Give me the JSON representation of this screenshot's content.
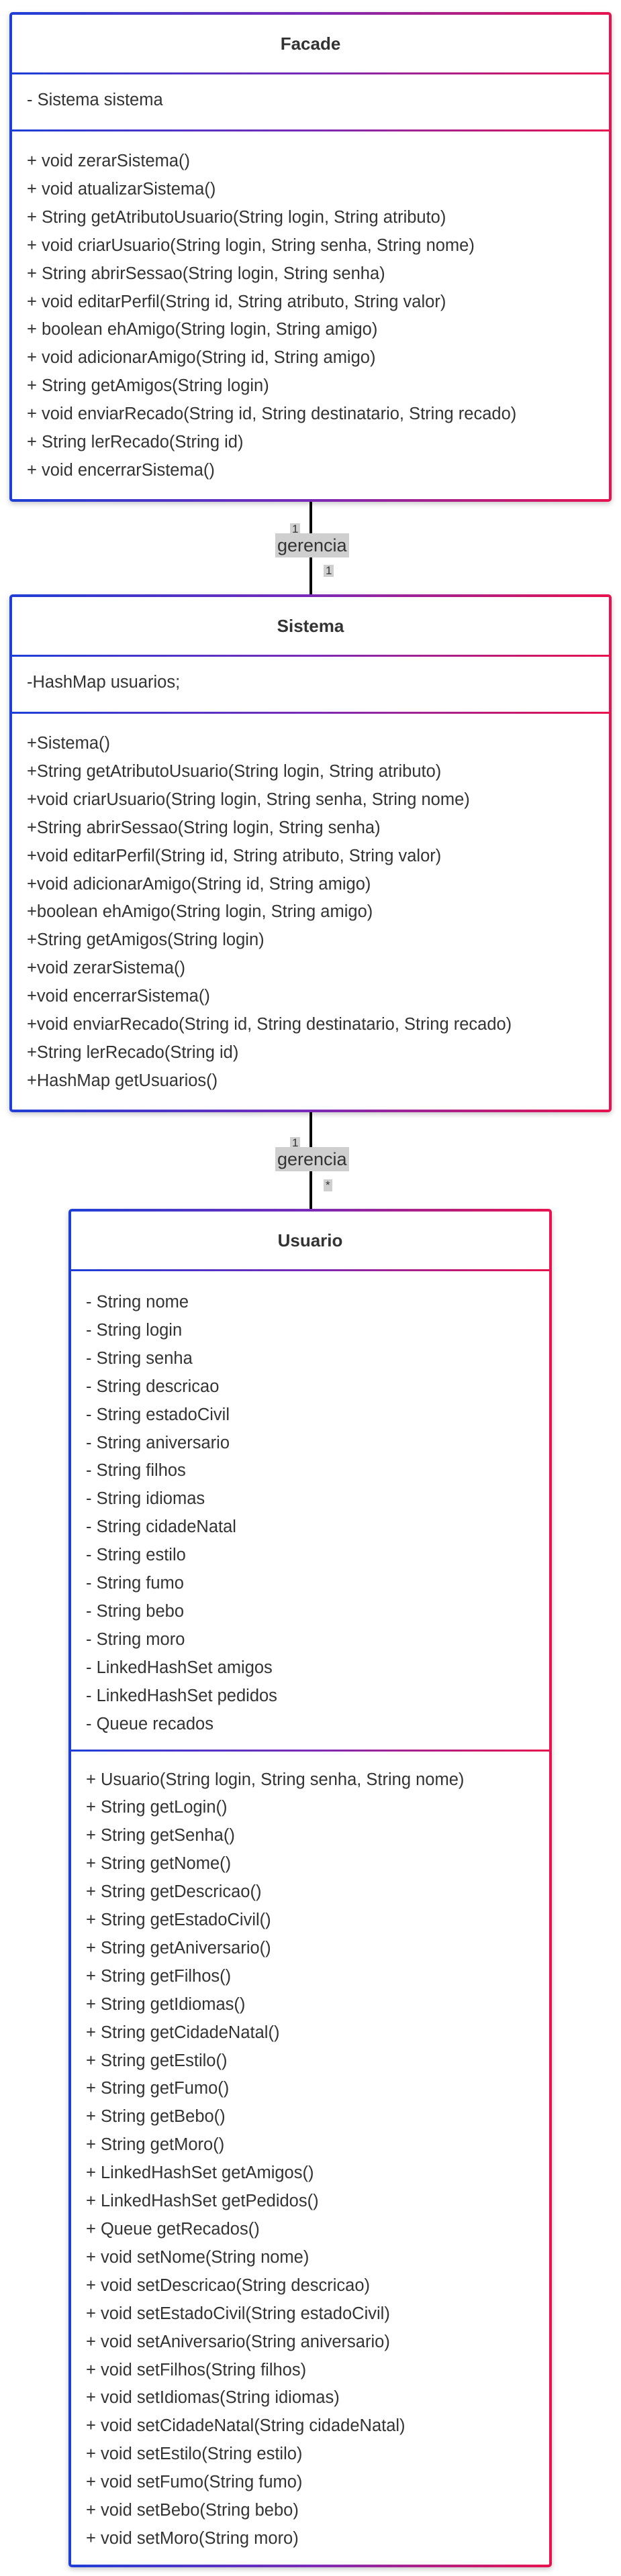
{
  "diagram": {
    "facade": {
      "name": "Facade",
      "attributes": [
        "- Sistema sistema"
      ],
      "methods": [
        "+ void zerarSistema()",
        "+ void atualizarSistema()",
        "+ String getAtributoUsuario(String login, String atributo)",
        "+ void criarUsuario(String login, String senha, String nome)",
        "+ String abrirSessao(String login, String senha)",
        "+ void editarPerfil(String id, String atributo, String valor)",
        "+ boolean ehAmigo(String login, String amigo)",
        "+ void adicionarAmigo(String id, String amigo)",
        "+ String getAmigos(String login)",
        "+ void enviarRecado(String id, String destinatario, String recado)",
        "+ String lerRecado(String id)",
        "+ void encerrarSistema()"
      ]
    },
    "sistema": {
      "name": "Sistema",
      "attributes": [
        "-HashMap usuarios;"
      ],
      "methods": [
        "+Sistema()",
        "+String getAtributoUsuario(String login, String atributo)",
        "+void criarUsuario(String login, String senha, String nome)",
        "+String abrirSessao(String login, String senha)",
        "+void editarPerfil(String id, String atributo, String valor)",
        "+void adicionarAmigo(String id, String amigo)",
        "+boolean ehAmigo(String login, String amigo)",
        "+String getAmigos(String login)",
        "+void zerarSistema()",
        "+void encerrarSistema()",
        "+void enviarRecado(String id, String destinatario, String recado)",
        "+String lerRecado(String id)",
        "+HashMap getUsuarios()"
      ]
    },
    "usuario": {
      "name": "Usuario",
      "attributes": [
        "- String nome",
        "- String login",
        "- String senha",
        "- String descricao",
        "- String estadoCivil",
        "- String aniversario",
        "- String filhos",
        "- String idiomas",
        "- String cidadeNatal",
        "- String estilo",
        "- String fumo",
        "- String bebo",
        "- String moro",
        "- LinkedHashSet amigos",
        "- LinkedHashSet pedidos",
        "- Queue recados"
      ],
      "methods": [
        "+ Usuario(String login, String senha, String nome)",
        "+ String getLogin()",
        "+ String getSenha()",
        "+ String getNome()",
        "+ String getDescricao()",
        "+ String getEstadoCivil()",
        "+ String getAniversario()",
        "+ String getFilhos()",
        "+ String getIdiomas()",
        "+ String getCidadeNatal()",
        "+ String getEstilo()",
        "+ String getFumo()",
        "+ String getBebo()",
        "+ String getMoro()",
        "+ LinkedHashSet getAmigos()",
        "+ LinkedHashSet getPedidos()",
        "+ Queue getRecados()",
        "+ void setNome(String nome)",
        "+ void setDescricao(String descricao)",
        "+ void setEstadoCivil(String estadoCivil)",
        "+ void setAniversario(String aniversario)",
        "+ void setFilhos(String filhos)",
        "+ void setIdiomas(String idiomas)",
        "+ void setCidadeNatal(String cidadeNatal)",
        "+ void setEstilo(String estilo)",
        "+ void setFumo(String fumo)",
        "+ void setBebo(String bebo)",
        "+ void setMoro(String moro)"
      ]
    },
    "relations": [
      {
        "label": "gerencia",
        "from_mult": "1",
        "to_mult": "1"
      },
      {
        "label": "gerencia",
        "from_mult": "1",
        "to_mult": "*"
      }
    ],
    "colors": {
      "border_gradient_start": "#1e3fd6",
      "border_gradient_end": "#e8124e",
      "connector": "#000000",
      "label_bg": "#cfcfcf"
    }
  }
}
